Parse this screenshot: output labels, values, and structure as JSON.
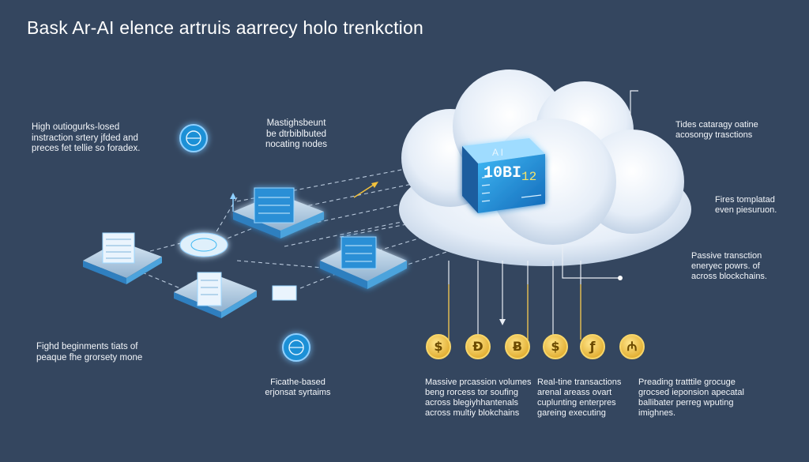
{
  "title": "Bask Ar-AI elence artruis aarrecy holo trenkction",
  "annotations": {
    "top_left": [
      "High outiogurks-losed",
      "instraction srtery jfded and",
      "preces fet tellie so foradex."
    ],
    "nodes_label": [
      "Mastighsbeunt",
      "be dtrbiblbuted",
      "nocating nodes"
    ],
    "top_right": [
      "Tides cataragy oatine",
      "acosongy trasctions"
    ],
    "mid_right": [
      "Fires tomplatad",
      "even piesuruon."
    ],
    "lower_right": [
      "Passive transction",
      "eneryec powrs. of",
      "across blockchains."
    ],
    "bottom_left": [
      "Fighd beginments tiats of",
      "peaque fhe grorsety mone"
    ],
    "bottom_center": [
      "Ficathe-based",
      "erjonsat syrtaims"
    ],
    "bottom_col1": [
      "Massive prcassion volumes",
      "beng rorcess tor soufing",
      "across blegiyhhantenals",
      "across multiy blokchains"
    ],
    "bottom_col2": [
      "Real-tine transactions",
      "arenal areass ovart",
      "cuplunting enterpres",
      "gareing executing"
    ],
    "bottom_col3": [
      "Preading tratttile grocuge",
      "grocsed ieponsion apecatal",
      "ballibater perreg wputing",
      "imighnes."
    ]
  },
  "server_display": {
    "label": "A I",
    "number": "10BI",
    "suffix": "12"
  },
  "coins": [
    "$",
    "Ɖ",
    "Ƀ",
    "$",
    "ƒ",
    "₼"
  ],
  "colors": {
    "background": "#34465f",
    "accent": "#39b6f2",
    "coin": "#f3c23c",
    "text": "#f3f6fa"
  },
  "icons": [
    "globe-icon",
    "globe-icon",
    "ai-server-icon",
    "server-node-icon",
    "coin-icon"
  ]
}
